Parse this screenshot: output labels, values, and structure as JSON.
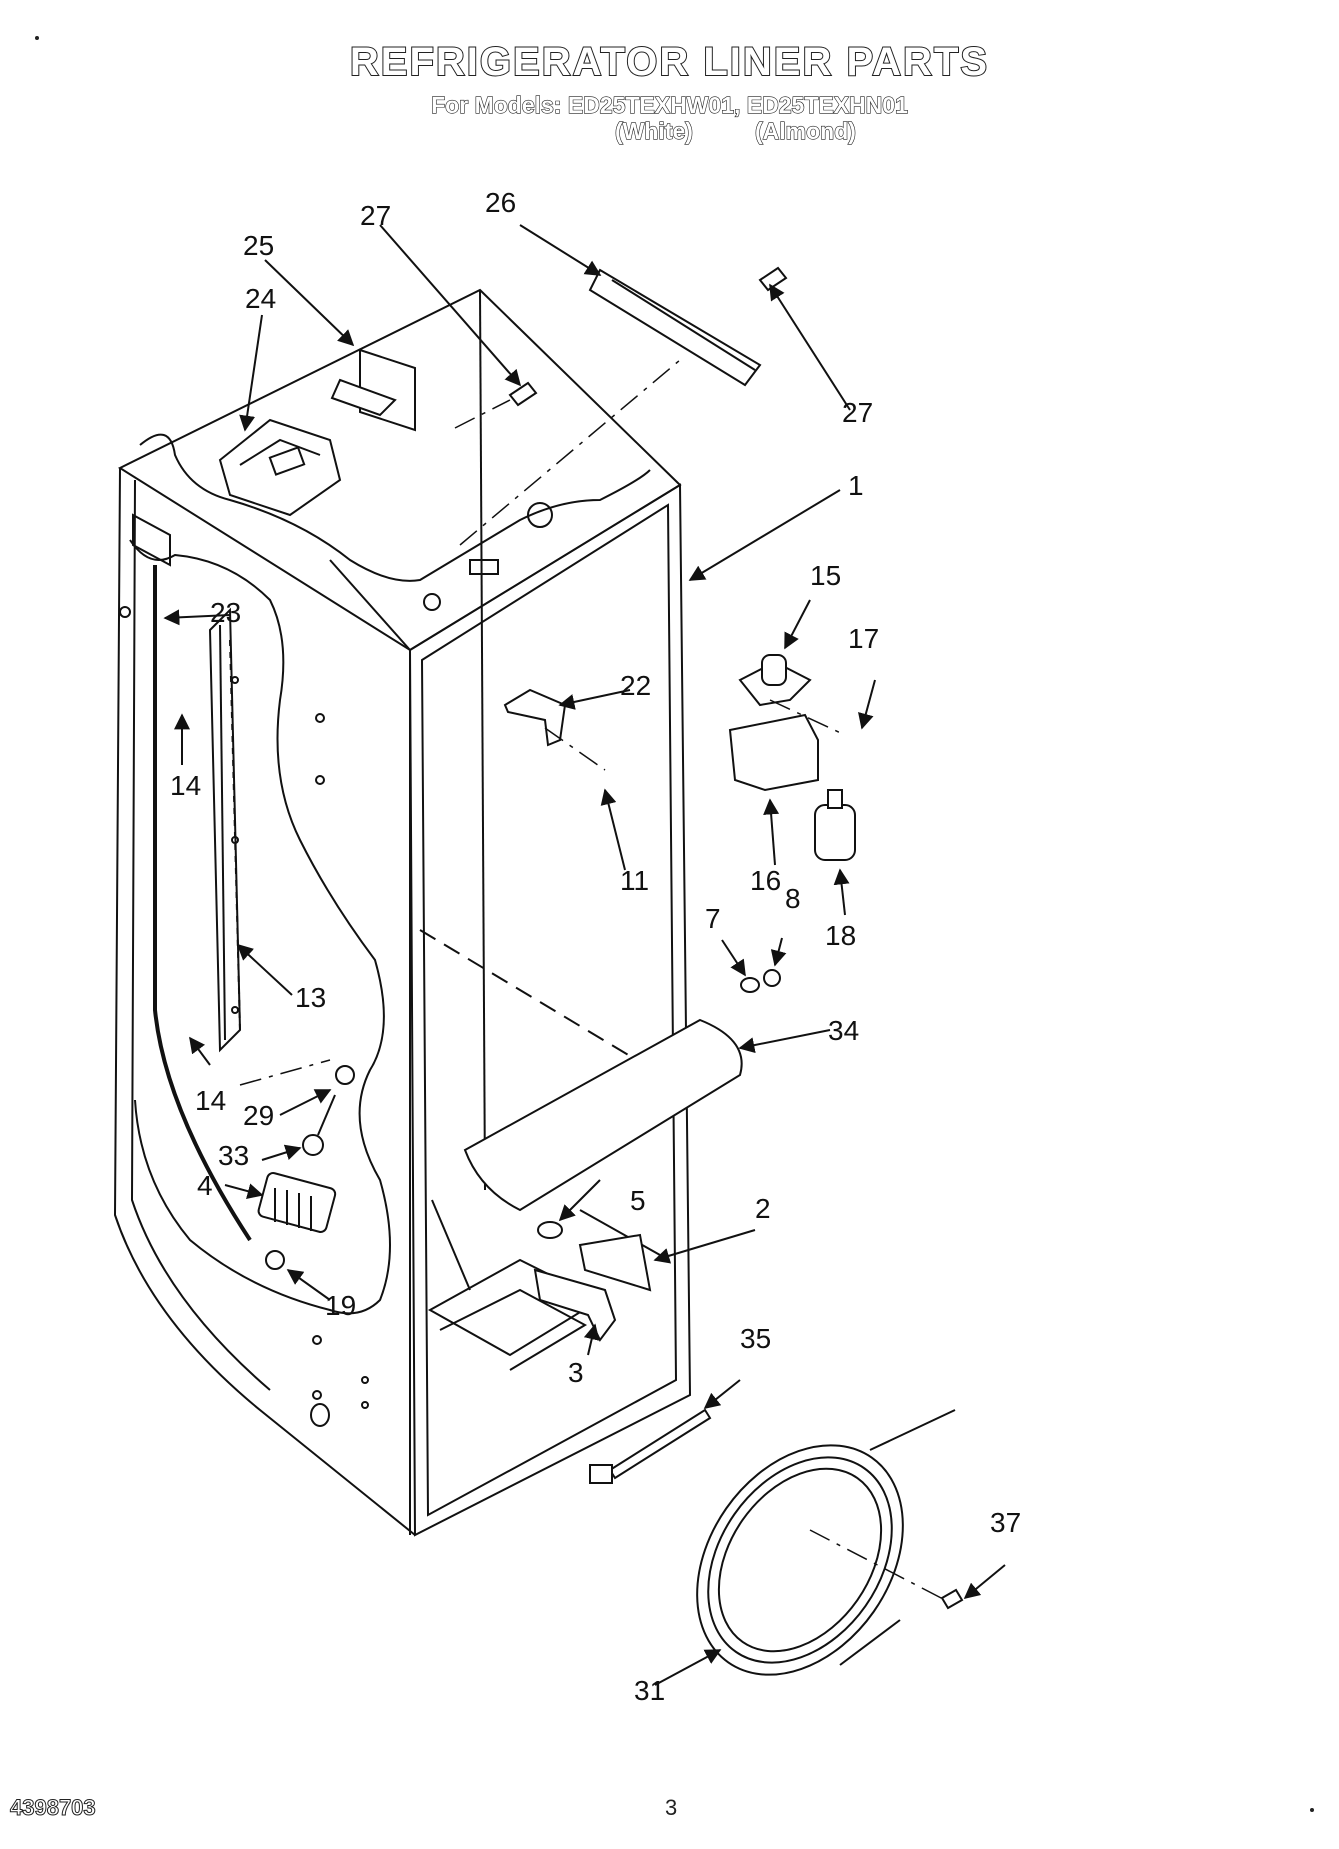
{
  "header": {
    "title": "REFRIGERATOR LINER PARTS",
    "models_line": "For Models: ED25TEXHW01, ED25TEXHN01",
    "variant_white": "(White)",
    "variant_almond": "(Almond)"
  },
  "callouts": {
    "c1": "1",
    "c2": "2",
    "c3": "3",
    "c4": "4",
    "c5": "5",
    "c7": "7",
    "c8": "8",
    "c11": "11",
    "c13": "13",
    "c14a": "14",
    "c14b": "14",
    "c15": "15",
    "c16": "16",
    "c17": "17",
    "c18": "18",
    "c19": "19",
    "c22": "22",
    "c23": "23",
    "c24": "24",
    "c25": "25",
    "c26": "26",
    "c27a": "27",
    "c27b": "27",
    "c29": "29",
    "c31": "31",
    "c33": "33",
    "c34": "34",
    "c35": "35",
    "c37": "37"
  },
  "footer": {
    "doc_number": "4398703",
    "page_number": "3"
  }
}
